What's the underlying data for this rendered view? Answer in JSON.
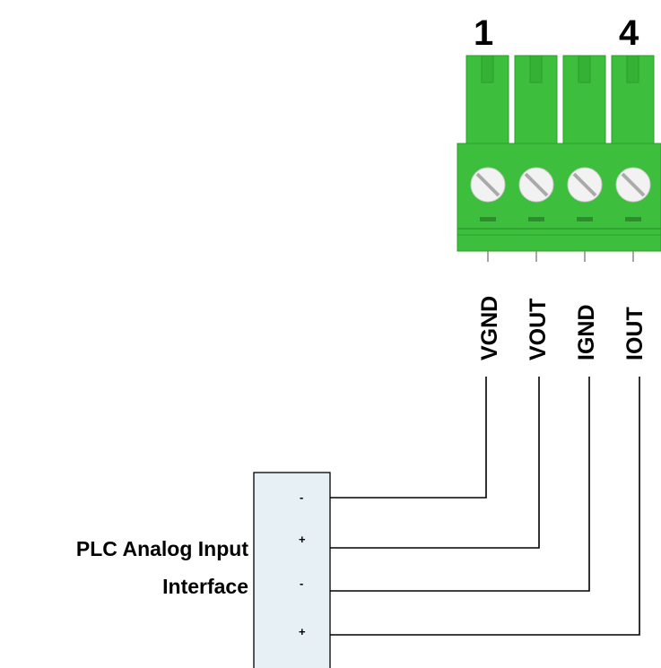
{
  "connector": {
    "first_pin_number": "1",
    "last_pin_number": "4",
    "pins": [
      {
        "label": "VGND"
      },
      {
        "label": "VOUT"
      },
      {
        "label": "IGND"
      },
      {
        "label": "IOUT"
      }
    ],
    "color": "#3dbf3d",
    "color_dark": "#2c9c2c"
  },
  "plc": {
    "label_line1": "PLC Analog Input",
    "label_line2": "Interface",
    "terminals": [
      {
        "polarity": "-"
      },
      {
        "polarity": "+"
      },
      {
        "polarity": "-"
      },
      {
        "polarity": "+"
      }
    ],
    "box_color": "#e6f0f5"
  }
}
